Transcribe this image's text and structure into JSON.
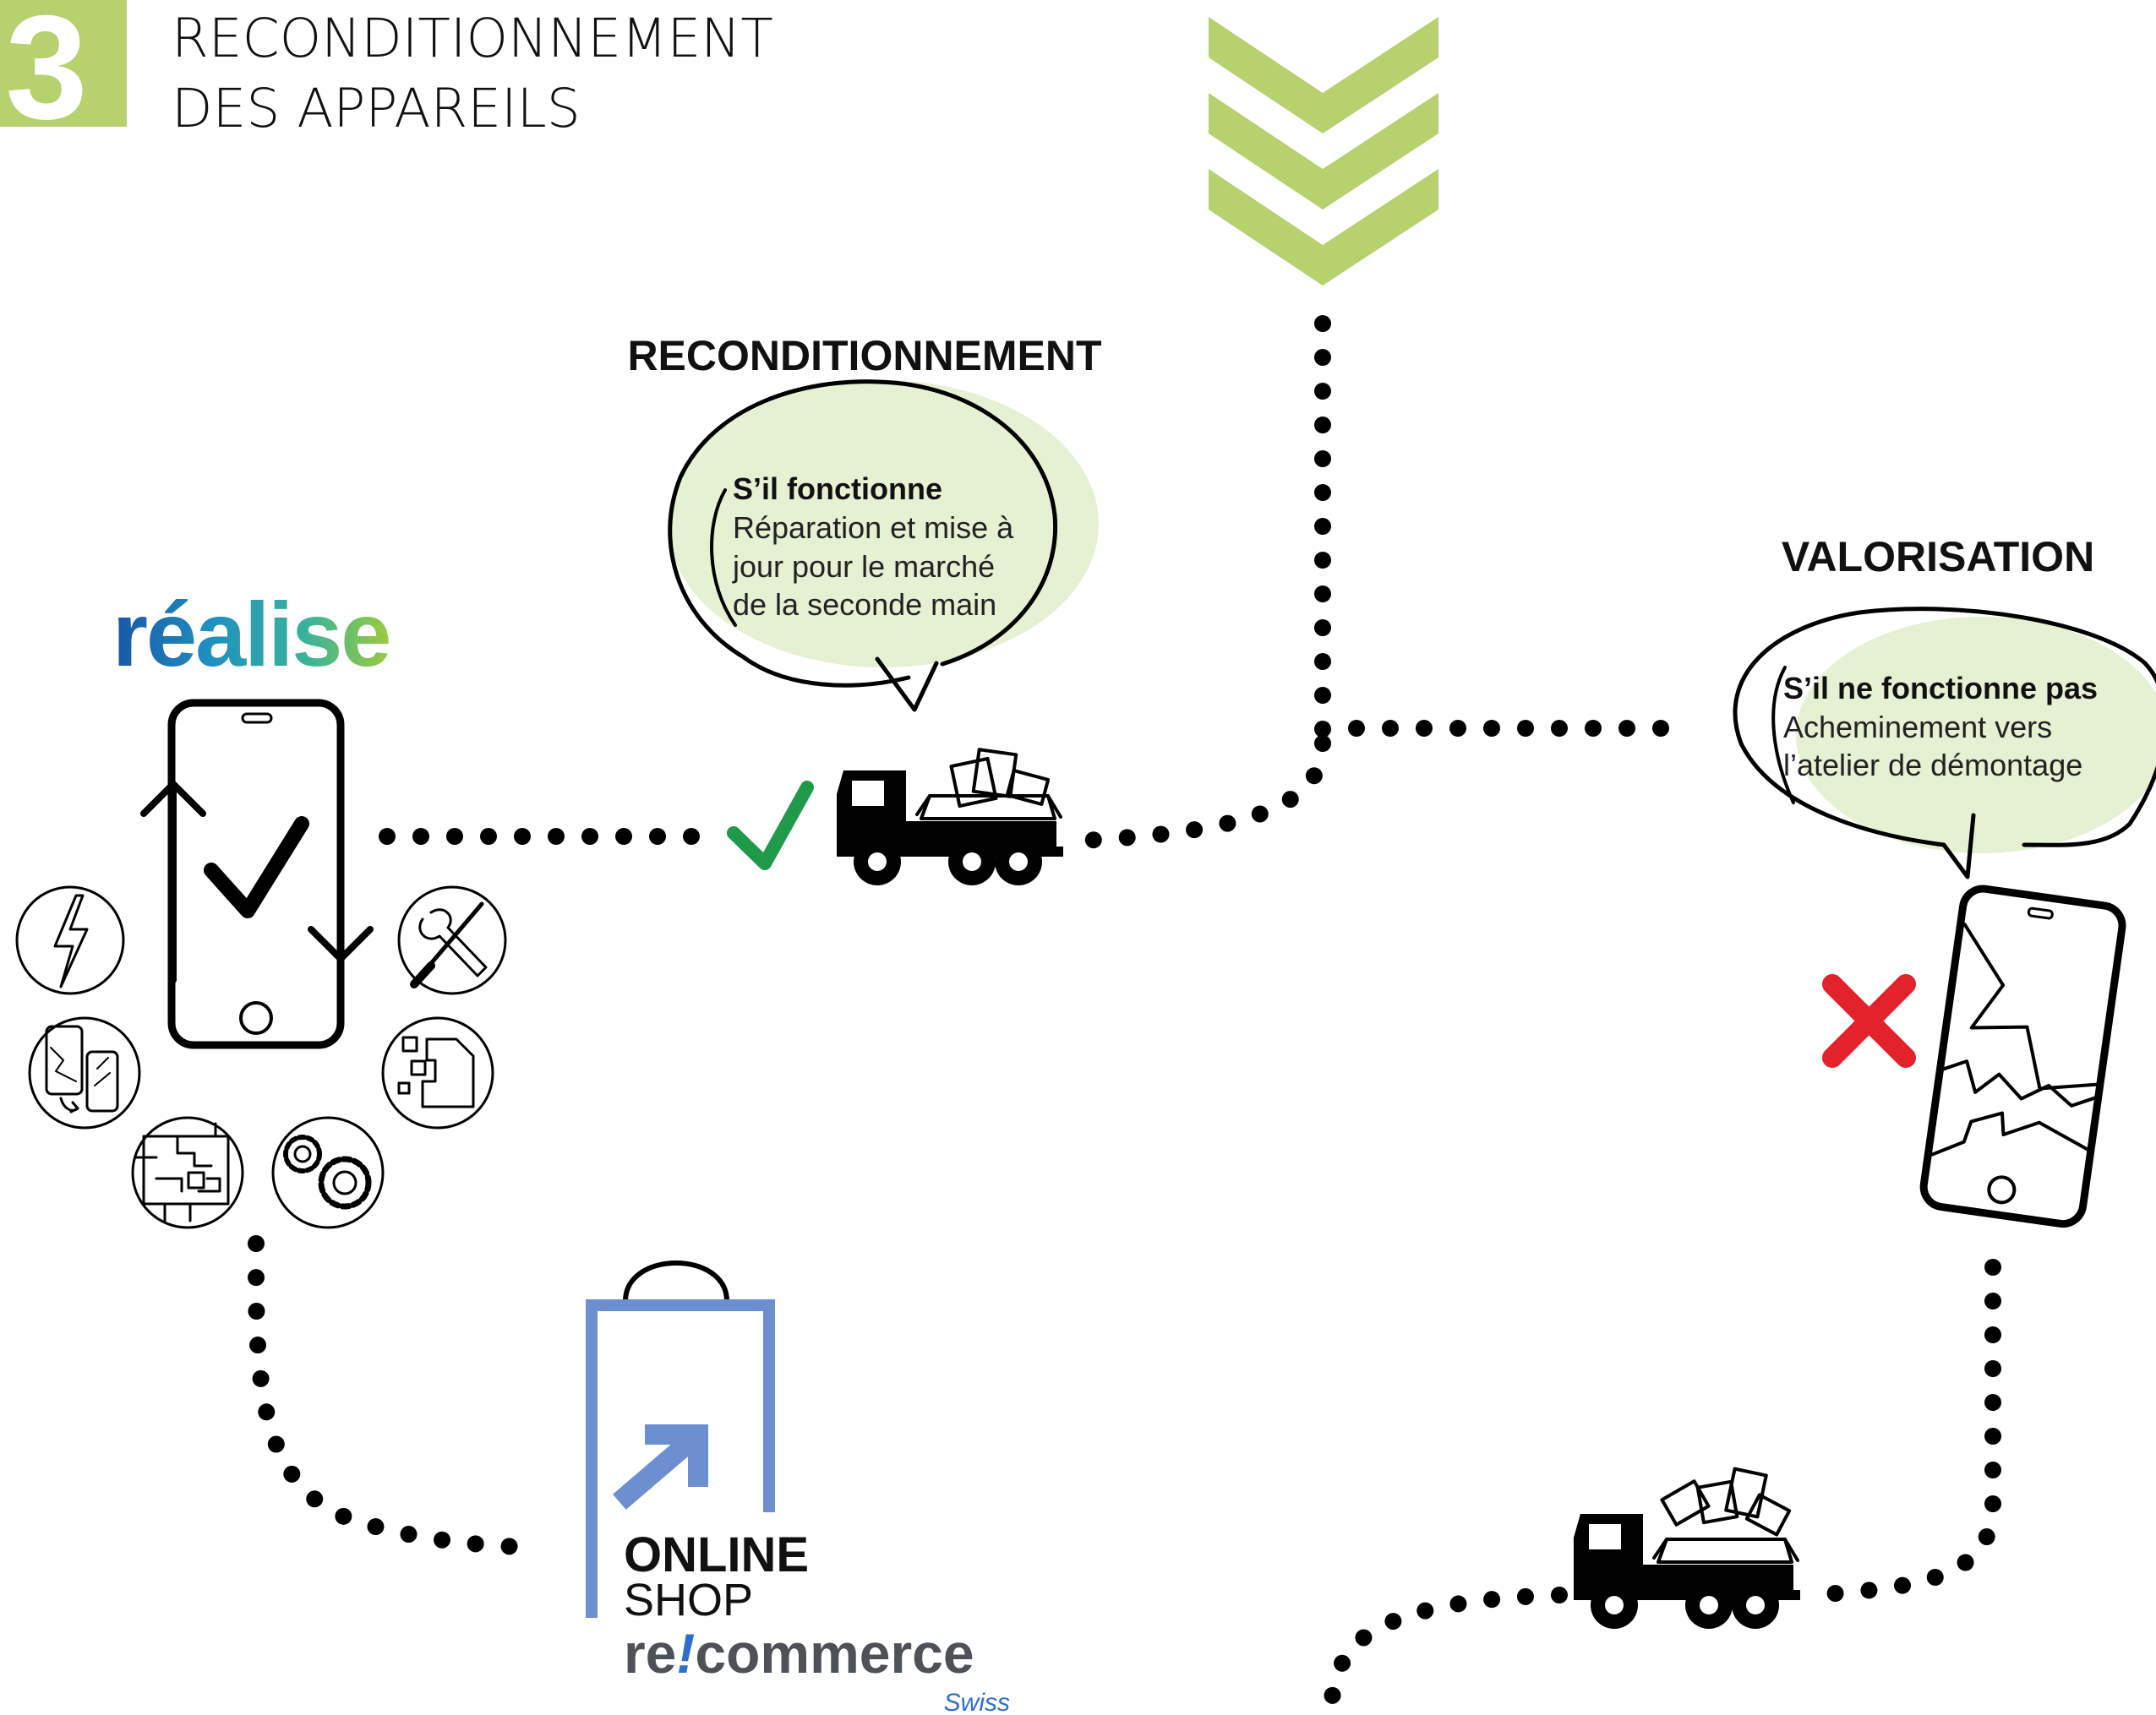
{
  "step": {
    "number": "3",
    "title_line1": "RECONDITIONNEMENT",
    "title_line2": "DES APPAREILS"
  },
  "sections": {
    "reconditionnement": {
      "heading": "RECONDITIONNEMENT",
      "bubble_title": "S’il fonctionne",
      "bubble_lines": [
        "Réparation et mise à",
        "jour pour le marché",
        "de la seconde main"
      ]
    },
    "valorisation": {
      "heading": "VALORISATION",
      "bubble_title": "S’il ne fonctionne pas",
      "bubble_lines": [
        "Acheminement vers",
        "l’atelier de démontage"
      ]
    }
  },
  "brand_realise": {
    "letters": [
      "r",
      "é",
      "a",
      "l",
      "i",
      "s",
      "e"
    ]
  },
  "shop": {
    "line1": "ONLINE",
    "line2": "SHOP",
    "brand_re": "re",
    "brand_excl": "!",
    "brand_commerce": "commerce",
    "brand_sub": "Swiss"
  },
  "icons": [
    "lightning-icon",
    "tools-icon",
    "broken-phones-icon",
    "parts-icon",
    "circuit-board-icon",
    "gears-icon",
    "delivery-truck-icon",
    "check-mark-icon",
    "cross-mark-icon",
    "broken-phone-icon",
    "shopping-bag-icon",
    "down-chevrons-icon"
  ],
  "colors": {
    "accent_green": "#b6d16e",
    "bubble_fill": "#e6f0d3",
    "check_green": "#1f9a4a",
    "cross_red": "#e4222c",
    "shop_blue": "#6c8fcf",
    "realise_gradient": [
      "#1a56a8",
      "#1f8fc0",
      "#3ab39a",
      "#9ccb3c"
    ],
    "recommerce_gray": "#4e5257",
    "recommerce_blue": "#2f6fcc"
  }
}
